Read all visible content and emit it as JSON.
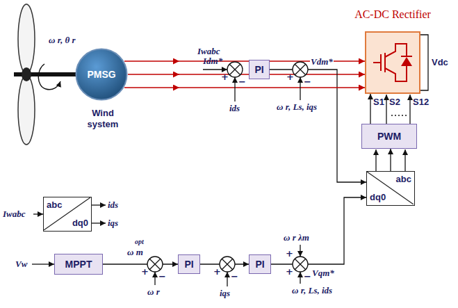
{
  "diagram": {
    "nodes": [
      {
        "text": [
          "PMSG"
        ]
      },
      {
        "text": [
          "AC-DC Rectifier"
        ]
      },
      {
        "text": [
          "abc",
          "dq0"
        ]
      },
      {
        "text": [
          "PI"
        ]
      },
      {
        "text": [
          "PWM"
        ]
      },
      {
        "text": [
          "abc",
          "dq0"
        ]
      },
      {
        "text": [
          "MPPT"
        ]
      },
      {
        "text": [
          "PI"
        ]
      },
      {
        "text": [
          "PI"
        ]
      }
    ],
    "edges": [
      {
        "from": 0,
        "to": 1,
        "arrow": "to",
        "label": "Iwabc"
      },
      {
        "from": 3,
        "to": 5,
        "arrow": "to",
        "label": "Vdm*"
      },
      {
        "from": 5,
        "to": 4,
        "arrow": "to"
      },
      {
        "from": 4,
        "to": 1,
        "arrow": "to"
      },
      {
        "from": 6,
        "to": 7,
        "arrow": "to",
        "label": "ω m"
      },
      {
        "from": 7,
        "to": 8,
        "arrow": "to"
      },
      {
        "from": 8,
        "to": 5,
        "arrow": "to",
        "label": "Vqm*"
      }
    ],
    "labels": [
      "ω r, θ r",
      "Wind system",
      "Vdc",
      "S1",
      "S2",
      "S12",
      "Iwabc",
      "ids",
      "iqs",
      "Idm*",
      "+",
      "−",
      "ids",
      "+",
      "−",
      "ω r, Ls, iqs",
      "Vw",
      "opt",
      "+",
      "−",
      "ω r",
      "+",
      "−",
      "iqs",
      "ω r λm",
      "+",
      "+",
      "−",
      "ω r, Ls, ids"
    ]
  }
}
